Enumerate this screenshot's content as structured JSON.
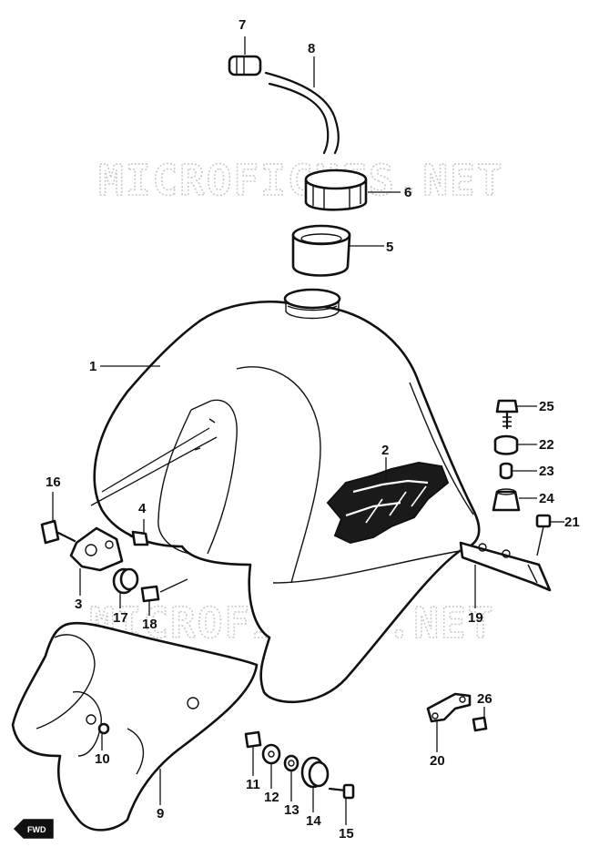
{
  "watermark": "MICROFICHES.NET",
  "fwd_label": "FWD",
  "callouts": {
    "c1": "1",
    "c2": "2",
    "c3": "3",
    "c4": "4",
    "c5": "5",
    "c6": "6",
    "c7": "7",
    "c8": "8",
    "c9": "9",
    "c10": "10",
    "c11": "11",
    "c12": "12",
    "c13": "13",
    "c14": "14",
    "c15": "15",
    "c16": "16",
    "c17": "17",
    "c18": "18",
    "c19": "19",
    "c20": "20",
    "c21": "21",
    "c22": "22",
    "c23": "23",
    "c24": "24",
    "c25": "25",
    "c26": "26"
  },
  "colors": {
    "ink": "#111111",
    "watermark": "#c9c9c9",
    "paper": "#ffffff"
  }
}
